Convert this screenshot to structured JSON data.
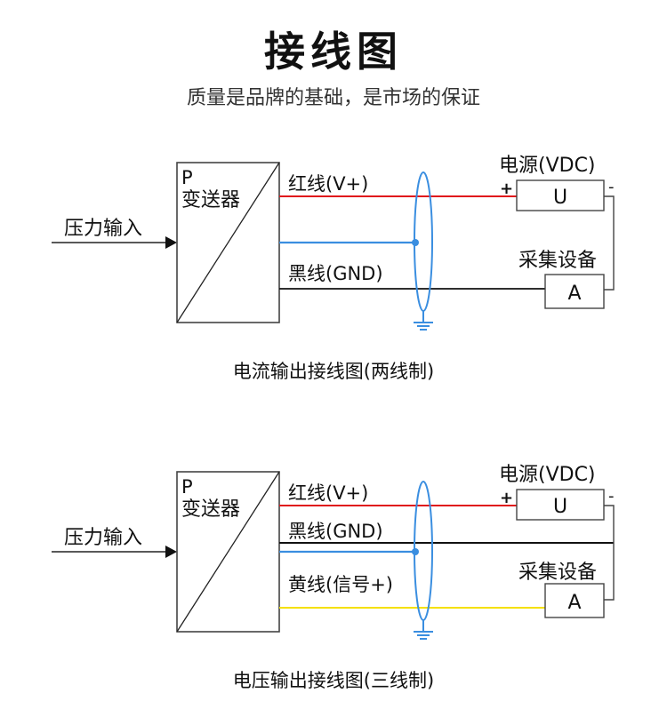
{
  "header": {
    "title": "接线图",
    "subtitle": "质量是品牌的基础，是市场的保证"
  },
  "colors": {
    "red_wire": "#e0161b",
    "blue_wire": "#3a8ee0",
    "black_wire": "#111111",
    "yellow_wire": "#f5e000",
    "box_stroke": "#444444",
    "shield": "#3a8ee0"
  },
  "diagrams": [
    {
      "caption": "电流输出接线图(两线制)",
      "input_label": "压力输入",
      "transmitter": {
        "line1": "P",
        "line2": "变送器"
      },
      "wires": [
        {
          "label": "红线(V+)",
          "color": "red"
        },
        {
          "label": "",
          "color": "blue"
        },
        {
          "label": "黑线(GND)",
          "color": "black"
        }
      ],
      "power": {
        "label": "电源(VDC)",
        "symbol": "U",
        "plus": "+",
        "minus": "-"
      },
      "meter": {
        "label": "采集设备",
        "symbol": "A"
      }
    },
    {
      "caption": "电压输出接线图(三线制)",
      "input_label": "压力输入",
      "transmitter": {
        "line1": "P",
        "line2": "变送器"
      },
      "wires": [
        {
          "label": "红线(V+)",
          "color": "red"
        },
        {
          "label": "黑线(GND)",
          "color": "black"
        },
        {
          "label": "",
          "color": "blue"
        },
        {
          "label": "黄线(信号+)",
          "color": "yellow"
        }
      ],
      "power": {
        "label": "电源(VDC)",
        "symbol": "U",
        "plus": "+",
        "minus": "-"
      },
      "meter": {
        "label": "采集设备",
        "symbol": "A"
      }
    }
  ]
}
